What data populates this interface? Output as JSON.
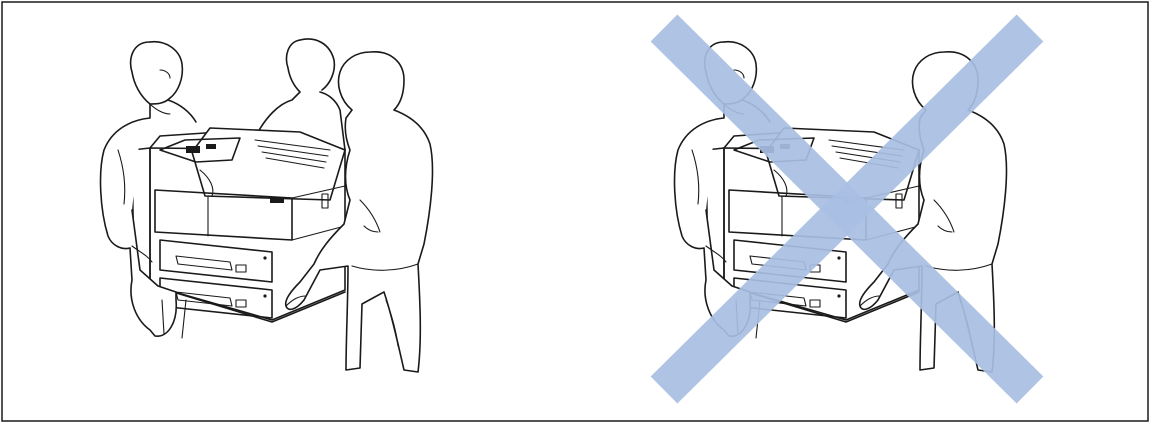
{
  "figure": {
    "panels": [
      {
        "id": "left",
        "people": 3,
        "status": "correct"
      },
      {
        "id": "right",
        "people": 2,
        "status": "incorrect"
      }
    ],
    "prohibition_mark": {
      "icon": "x-mark-icon",
      "color": "#a9bfe3"
    },
    "line_color": "#1a1a1a",
    "background": "#ffffff"
  }
}
